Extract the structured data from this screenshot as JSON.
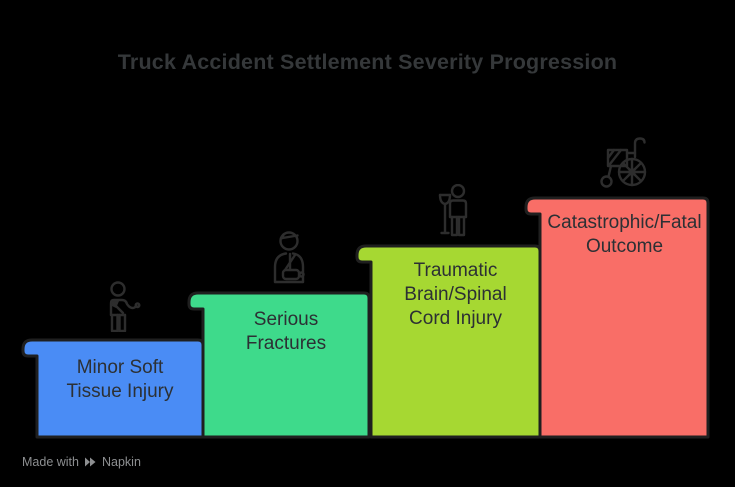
{
  "title": "Truck Accident Settlement Severity Progression",
  "steps": [
    {
      "label": [
        "Minor Soft",
        "Tissue Injury"
      ],
      "color": "#4A8CF5",
      "icon": "injured-person-icon"
    },
    {
      "label": [
        "Serious",
        "Fractures"
      ],
      "color": "#3EDA8B",
      "icon": "arm-sling-person-icon"
    },
    {
      "label": [
        "Traumatic",
        "Brain/Spinal",
        "Cord Injury"
      ],
      "color": "#A6D832",
      "icon": "person-with-crutch-icon"
    },
    {
      "label": [
        "Catastrophic/Fatal",
        "Outcome"
      ],
      "color": "#F96E67",
      "icon": "wheelchair-icon"
    }
  ],
  "footer": {
    "made_with": "Made with",
    "brand": "Napkin"
  },
  "colors": {
    "bg": "#000000",
    "outline": "#1f1f1f",
    "icon": "#2d2d2d",
    "title-text": "#35383a",
    "label-text": "#2c3034",
    "footer-text": "#8d8f91"
  }
}
